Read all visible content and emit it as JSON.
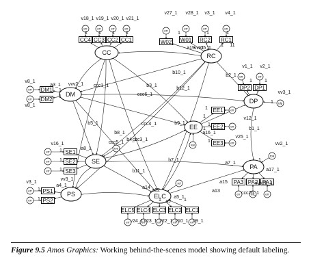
{
  "caption": {
    "figure_number": "Figure 9.5",
    "program": "Amos Graphics:",
    "text": "Working behind-the-scenes model showing default labeling."
  },
  "diagram": {
    "latent": [
      {
        "id": "CC",
        "label": "CC"
      },
      {
        "id": "RC",
        "label": "RC"
      },
      {
        "id": "DM",
        "label": "DM"
      },
      {
        "id": "DP",
        "label": "DP"
      },
      {
        "id": "EE",
        "label": "EE"
      },
      {
        "id": "SE",
        "label": "SE"
      },
      {
        "id": "PA",
        "label": "PA"
      },
      {
        "id": "PS",
        "label": "PS"
      },
      {
        "id": "ELC",
        "label": "ELC"
      }
    ],
    "indicators": [
      {
        "id": "CC4",
        "label": "CC4"
      },
      {
        "id": "CC3",
        "label": "CC3"
      },
      {
        "id": "CC2",
        "label": "CC2"
      },
      {
        "id": "CC1",
        "label": "CC1"
      },
      {
        "id": "W02",
        "label": "W02"
      },
      {
        "id": "W01",
        "label": "W01"
      },
      {
        "id": "RC2",
        "label": "RC2"
      },
      {
        "id": "RC1",
        "label": "RC1"
      },
      {
        "id": "DM1",
        "label": "DM1"
      },
      {
        "id": "DM2",
        "label": "DM2"
      },
      {
        "id": "DP2",
        "label": "DP2"
      },
      {
        "id": "DP1",
        "label": "DP1"
      },
      {
        "id": "EE1",
        "label": "EE1"
      },
      {
        "id": "EE2",
        "label": "EE2"
      },
      {
        "id": "EE3",
        "label": "EE3"
      },
      {
        "id": "SE1",
        "label": "SE1"
      },
      {
        "id": "SE2",
        "label": "SE2"
      },
      {
        "id": "SE3",
        "label": "SE3"
      },
      {
        "id": "PA3",
        "label": "PA3"
      },
      {
        "id": "PA2",
        "label": "PA2"
      },
      {
        "id": "PA1",
        "label": "PA1"
      },
      {
        "id": "PS1",
        "label": "PS1"
      },
      {
        "id": "PS2",
        "label": "PS2"
      },
      {
        "id": "ELC5",
        "label": "ELC5"
      },
      {
        "id": "ELC4",
        "label": "ELC4"
      },
      {
        "id": "ELC3",
        "label": "ELC3"
      },
      {
        "id": "ELC2",
        "label": "ELC2"
      },
      {
        "id": "ELC1",
        "label": "ELC1"
      }
    ],
    "errors": [
      {
        "id": "e_cc4",
        "label": "err"
      },
      {
        "id": "e_cc3",
        "label": "err"
      },
      {
        "id": "e_cc2",
        "label": "err"
      },
      {
        "id": "e_cc1",
        "label": "err"
      },
      {
        "id": "e_w02",
        "label": "err"
      },
      {
        "id": "e_w01",
        "label": "err"
      },
      {
        "id": "e_rc2",
        "label": "err"
      },
      {
        "id": "e_rc1",
        "label": "err"
      },
      {
        "id": "e_dm1",
        "label": "err"
      },
      {
        "id": "e_dm2",
        "label": "err"
      },
      {
        "id": "e_dp2",
        "label": "err"
      },
      {
        "id": "e_dp1",
        "label": "err"
      },
      {
        "id": "rdp",
        "label": "rdp"
      },
      {
        "id": "e_ee1",
        "label": "err"
      },
      {
        "id": "e_ee2",
        "label": "err"
      },
      {
        "id": "e_ee3",
        "label": "err"
      },
      {
        "id": "ree",
        "label": "ree"
      },
      {
        "id": "e_se1",
        "label": "err"
      },
      {
        "id": "e_se2",
        "label": "err"
      },
      {
        "id": "e_se3",
        "label": "err"
      },
      {
        "id": "rse",
        "label": "rse"
      },
      {
        "id": "rpa",
        "label": "rpa"
      },
      {
        "id": "e_pa3",
        "label": "err"
      },
      {
        "id": "e_pa2",
        "label": "err"
      },
      {
        "id": "e_pa1",
        "label": "err"
      },
      {
        "id": "e_ps1",
        "label": "err"
      },
      {
        "id": "e_ps2",
        "label": "err"
      },
      {
        "id": "rel",
        "label": "rel"
      },
      {
        "id": "e_elc5",
        "label": "err"
      },
      {
        "id": "e_elc4",
        "label": "err"
      },
      {
        "id": "e_elc3",
        "label": "err"
      },
      {
        "id": "e_elc2",
        "label": "err"
      },
      {
        "id": "e_elc1",
        "label": "err"
      }
    ],
    "edges": [
      {
        "from": "e_cc4",
        "to": "CC4"
      },
      {
        "from": "e_cc3",
        "to": "CC3"
      },
      {
        "from": "e_cc2",
        "to": "CC2"
      },
      {
        "from": "e_cc1",
        "to": "CC1"
      },
      {
        "from": "CC",
        "to": "CC4"
      },
      {
        "from": "CC",
        "to": "CC3"
      },
      {
        "from": "CC",
        "to": "CC2"
      },
      {
        "from": "CC",
        "to": "CC1"
      },
      {
        "from": "e_w02",
        "to": "W02"
      },
      {
        "from": "e_w01",
        "to": "W01"
      },
      {
        "from": "e_rc2",
        "to": "RC2"
      },
      {
        "from": "e_rc1",
        "to": "RC1"
      },
      {
        "from": "RC",
        "to": "W02"
      },
      {
        "from": "RC",
        "to": "W01"
      },
      {
        "from": "RC",
        "to": "RC2"
      },
      {
        "from": "RC",
        "to": "RC1"
      },
      {
        "from": "e_dm1",
        "to": "DM1"
      },
      {
        "from": "e_dm2",
        "to": "DM2"
      },
      {
        "from": "DM",
        "to": "DM1"
      },
      {
        "from": "DM",
        "to": "DM2"
      },
      {
        "from": "e_dp2",
        "to": "DP2"
      },
      {
        "from": "e_dp1",
        "to": "DP1"
      },
      {
        "from": "DP",
        "to": "DP2"
      },
      {
        "from": "DP",
        "to": "DP1"
      },
      {
        "from": "rdp",
        "to": "DP"
      },
      {
        "from": "e_ee1",
        "to": "EE1"
      },
      {
        "from": "e_ee2",
        "to": "EE2"
      },
      {
        "from": "e_ee3",
        "to": "EE3"
      },
      {
        "from": "EE",
        "to": "EE1"
      },
      {
        "from": "EE",
        "to": "EE2"
      },
      {
        "from": "EE",
        "to": "EE3"
      },
      {
        "from": "ree",
        "to": "EE"
      },
      {
        "from": "e_se1",
        "to": "SE1"
      },
      {
        "from": "e_se2",
        "to": "SE2"
      },
      {
        "from": "e_se3",
        "to": "SE3"
      },
      {
        "from": "SE",
        "to": "SE1"
      },
      {
        "from": "SE",
        "to": "SE2"
      },
      {
        "from": "SE",
        "to": "SE3"
      },
      {
        "from": "rse",
        "to": "SE"
      },
      {
        "from": "rpa",
        "to": "PA"
      },
      {
        "from": "PA",
        "to": "PA3"
      },
      {
        "from": "PA",
        "to": "PA2"
      },
      {
        "from": "PA",
        "to": "PA1"
      },
      {
        "from": "e_pa3",
        "to": "PA3"
      },
      {
        "from": "e_pa2",
        "to": "PA2"
      },
      {
        "from": "e_pa1",
        "to": "PA1"
      },
      {
        "from": "e_ps1",
        "to": "PS1"
      },
      {
        "from": "e_ps2",
        "to": "PS2"
      },
      {
        "from": "PS",
        "to": "PS1"
      },
      {
        "from": "PS",
        "to": "PS2"
      },
      {
        "from": "rel",
        "to": "ELC"
      },
      {
        "from": "ELC",
        "to": "ELC5"
      },
      {
        "from": "ELC",
        "to": "ELC4"
      },
      {
        "from": "ELC",
        "to": "ELC3"
      },
      {
        "from": "ELC",
        "to": "ELC2"
      },
      {
        "from": "ELC",
        "to": "ELC1"
      },
      {
        "from": "e_elc5",
        "to": "ELC5"
      },
      {
        "from": "e_elc4",
        "to": "ELC4"
      },
      {
        "from": "e_elc3",
        "to": "ELC3"
      },
      {
        "from": "e_elc2",
        "to": "ELC2"
      },
      {
        "from": "e_elc1",
        "to": "ELC1"
      },
      {
        "from": "RC",
        "to": "DP"
      },
      {
        "from": "RC",
        "to": "CC"
      },
      {
        "from": "DM",
        "to": "DP"
      },
      {
        "from": "EE",
        "to": "DP"
      },
      {
        "from": "DP",
        "to": "PA"
      },
      {
        "from": "SE",
        "to": "PA"
      },
      {
        "from": "ELC",
        "to": "PA"
      },
      {
        "from": "ELC",
        "to": "EE"
      },
      {
        "from": "CC",
        "to": "EE"
      },
      {
        "from": "DM",
        "to": "EE"
      },
      {
        "from": "SE",
        "to": "EE"
      },
      {
        "from": "PS",
        "to": "ELC"
      },
      {
        "from": "SE",
        "to": "ELC"
      },
      {
        "from": "CC",
        "to": "ELC"
      },
      {
        "from": "RC",
        "to": "ELC"
      },
      {
        "from": "DM",
        "to": "ELC"
      },
      {
        "from": "CC",
        "to": "DM"
      },
      {
        "from": "CC",
        "to": "SE"
      },
      {
        "from": "DM",
        "to": "SE"
      },
      {
        "from": "SE",
        "to": "PS"
      },
      {
        "from": "RC",
        "to": "SE"
      },
      {
        "from": "RC",
        "to": "DM"
      },
      {
        "from": "CC",
        "to": "PS"
      },
      {
        "from": "RC",
        "to": "PS"
      }
    ],
    "labels": [
      "v18_1",
      "v19_1",
      "v20_1",
      "v21_1",
      "1",
      "1",
      "1",
      "1",
      "v27_1",
      "v28_1",
      "v3_1",
      "v4_1",
      "1",
      "1",
      "1",
      "a19",
      "r15_1",
      "1",
      "11",
      "v8_1",
      "v8_1",
      "a3_1",
      "vvv2_1",
      "1",
      "1",
      "v1_1",
      "v2_1",
      "b2_1",
      "1",
      "1",
      "vv3_1",
      "1",
      "b10_1",
      "b12_1",
      "ccc1_1",
      "b3_1",
      "ccc6_1",
      "b1_1",
      "v12_1",
      "b9_1",
      "b5_1",
      "ccc4_1",
      "ccc5_1",
      "ccc3_1",
      "v25_1",
      "a16_1",
      "1",
      "1",
      "1",
      "v16_1",
      "a8_1",
      "1",
      "1",
      "1",
      "1",
      "1",
      "b7_1",
      "b11_1",
      "b8_1",
      "b4_1",
      "vv2_1",
      "a7_1",
      "a17_1",
      "1",
      "a15",
      "a13",
      "ccc26_1",
      "v3_1",
      "a4_1",
      "vv3_1",
      "1",
      "1",
      "a14",
      "a12",
      "a9",
      "a5_1",
      "1",
      "1",
      "v24_1",
      "v23_1",
      "v22_1",
      "v10_1",
      "v9_1",
      "vvv26_1",
      "vvv1_1"
    ]
  }
}
